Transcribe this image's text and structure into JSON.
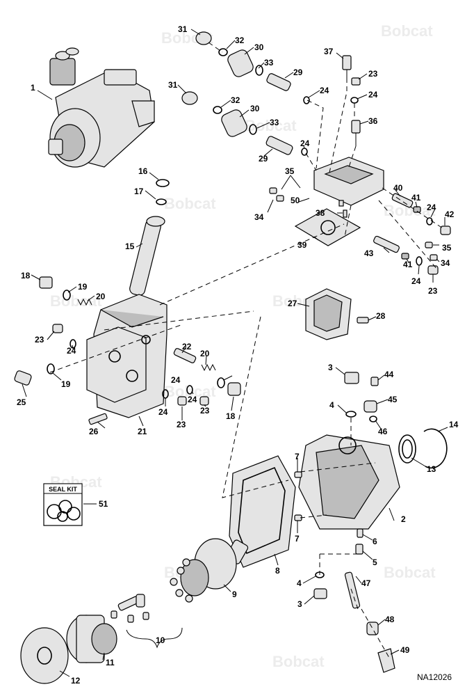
{
  "watermark": "Bobcat",
  "seal_kit_label": "SEAL KIT",
  "figure_ref": "NA12026",
  "callouts": [
    {
      "id": "c1",
      "n": "1"
    },
    {
      "id": "c2",
      "n": "2"
    },
    {
      "id": "c3a",
      "n": "3"
    },
    {
      "id": "c3b",
      "n": "3"
    },
    {
      "id": "c4a",
      "n": "4"
    },
    {
      "id": "c4b",
      "n": "4"
    },
    {
      "id": "c5",
      "n": "5"
    },
    {
      "id": "c6",
      "n": "6"
    },
    {
      "id": "c7a",
      "n": "7"
    },
    {
      "id": "c7b",
      "n": "7"
    },
    {
      "id": "c8",
      "n": "8"
    },
    {
      "id": "c9",
      "n": "9"
    },
    {
      "id": "c10",
      "n": "10"
    },
    {
      "id": "c11",
      "n": "11"
    },
    {
      "id": "c12",
      "n": "12"
    },
    {
      "id": "c13",
      "n": "13"
    },
    {
      "id": "c14",
      "n": "14"
    },
    {
      "id": "c15",
      "n": "15"
    },
    {
      "id": "c16",
      "n": "16"
    },
    {
      "id": "c17",
      "n": "17"
    },
    {
      "id": "c18a",
      "n": "18"
    },
    {
      "id": "c18b",
      "n": "18"
    },
    {
      "id": "c19a",
      "n": "19"
    },
    {
      "id": "c19b",
      "n": "19"
    },
    {
      "id": "c20a",
      "n": "20"
    },
    {
      "id": "c20b",
      "n": "20"
    },
    {
      "id": "c21",
      "n": "21"
    },
    {
      "id": "c22",
      "n": "22"
    },
    {
      "id": "c23a",
      "n": "23"
    },
    {
      "id": "c23b",
      "n": "23"
    },
    {
      "id": "c23c",
      "n": "23"
    },
    {
      "id": "c23d",
      "n": "23"
    },
    {
      "id": "c23e",
      "n": "23"
    },
    {
      "id": "c24a",
      "n": "24"
    },
    {
      "id": "c24b",
      "n": "24"
    },
    {
      "id": "c24c",
      "n": "24"
    },
    {
      "id": "c24d",
      "n": "24"
    },
    {
      "id": "c24e",
      "n": "24"
    },
    {
      "id": "c24f",
      "n": "24"
    },
    {
      "id": "c24g",
      "n": "24"
    },
    {
      "id": "c24h",
      "n": "24"
    },
    {
      "id": "c24i",
      "n": "24"
    },
    {
      "id": "c25",
      "n": "25"
    },
    {
      "id": "c26",
      "n": "26"
    },
    {
      "id": "c27",
      "n": "27"
    },
    {
      "id": "c28",
      "n": "28"
    },
    {
      "id": "c29a",
      "n": "29"
    },
    {
      "id": "c29b",
      "n": "29"
    },
    {
      "id": "c30a",
      "n": "30"
    },
    {
      "id": "c30b",
      "n": "30"
    },
    {
      "id": "c31a",
      "n": "31"
    },
    {
      "id": "c31b",
      "n": "31"
    },
    {
      "id": "c32a",
      "n": "32"
    },
    {
      "id": "c32b",
      "n": "32"
    },
    {
      "id": "c33a",
      "n": "33"
    },
    {
      "id": "c33b",
      "n": "33"
    },
    {
      "id": "c34a",
      "n": "34"
    },
    {
      "id": "c34b",
      "n": "34"
    },
    {
      "id": "c35a",
      "n": "35"
    },
    {
      "id": "c35b",
      "n": "35"
    },
    {
      "id": "c36",
      "n": "36"
    },
    {
      "id": "c37",
      "n": "37"
    },
    {
      "id": "c38",
      "n": "38"
    },
    {
      "id": "c39",
      "n": "39"
    },
    {
      "id": "c40",
      "n": "40"
    },
    {
      "id": "c41a",
      "n": "41"
    },
    {
      "id": "c41b",
      "n": "41"
    },
    {
      "id": "c42",
      "n": "42"
    },
    {
      "id": "c43",
      "n": "43"
    },
    {
      "id": "c44",
      "n": "44"
    },
    {
      "id": "c45",
      "n": "45"
    },
    {
      "id": "c46",
      "n": "46"
    },
    {
      "id": "c47",
      "n": "47"
    },
    {
      "id": "c48",
      "n": "48"
    },
    {
      "id": "c49",
      "n": "49"
    },
    {
      "id": "c50",
      "n": "50"
    },
    {
      "id": "c51",
      "n": "51"
    }
  ]
}
